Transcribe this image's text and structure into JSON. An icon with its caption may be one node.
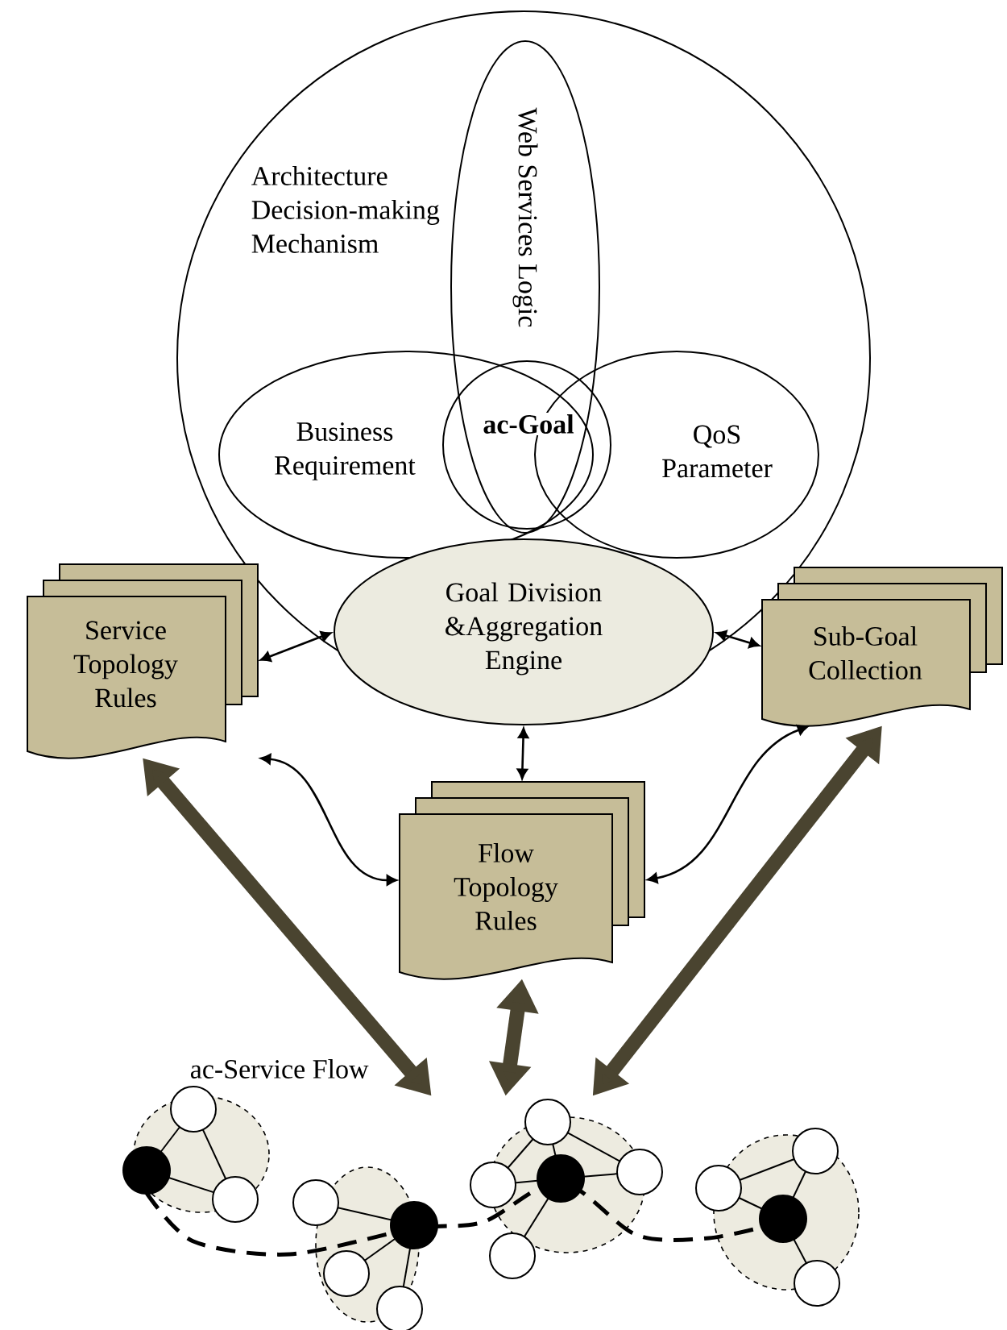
{
  "diagram": {
    "nodes": [
      {
        "text": [
          "Architecture Decision-making Mechanism"
        ]
      },
      {
        "text": [
          "Web Services Logic"
        ],
        "in": 0
      },
      {
        "text": [
          "Business Requirement"
        ],
        "in": 0
      },
      {
        "text": [
          "QoS Parameter"
        ],
        "in": 0
      },
      {
        "text": [
          "ac-Goal"
        ],
        "in": 0
      },
      {
        "text": [
          "Service Topology Rules"
        ]
      },
      {
        "text": [
          "Goal Division &Aggregation Engine"
        ]
      },
      {
        "text": [
          "Sub-Goal Collection"
        ]
      },
      {
        "text": [
          "Flow Topology Rules"
        ]
      },
      {
        "text": [
          "ac-Service Flow"
        ]
      }
    ],
    "edges": [
      {
        "from": 5,
        "to": 6,
        "arrow": "both"
      },
      {
        "from": 6,
        "to": 7,
        "arrow": "both"
      },
      {
        "from": 6,
        "to": 8,
        "arrow": "both"
      },
      {
        "from": 5,
        "to": 8,
        "arrow": "both"
      },
      {
        "from": 7,
        "to": 8,
        "arrow": "both"
      },
      {
        "from": 5,
        "to": 9,
        "arrow": "both",
        "style": "thick",
        "color": "#4a4430"
      },
      {
        "from": 7,
        "to": 9,
        "arrow": "both",
        "style": "thick",
        "color": "#4a4430"
      },
      {
        "from": 8,
        "to": 9,
        "arrow": "both",
        "style": "thick",
        "color": "#4a4430"
      }
    ]
  }
}
